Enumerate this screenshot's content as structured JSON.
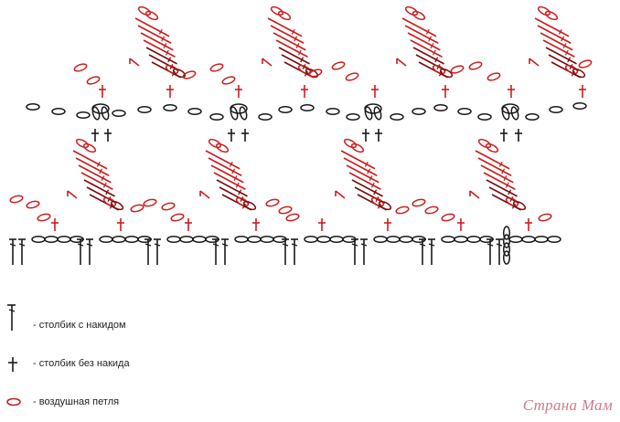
{
  "legend": {
    "dc_label": "- столбик с накидом",
    "sc_label": "- столбик без накида",
    "ch_label": "- воздушная петля"
  },
  "watermark": "Страна Мам",
  "colors": {
    "black": "#1a1a1a",
    "red": "#cc1f1f",
    "darkred": "#7a1010"
  }
}
